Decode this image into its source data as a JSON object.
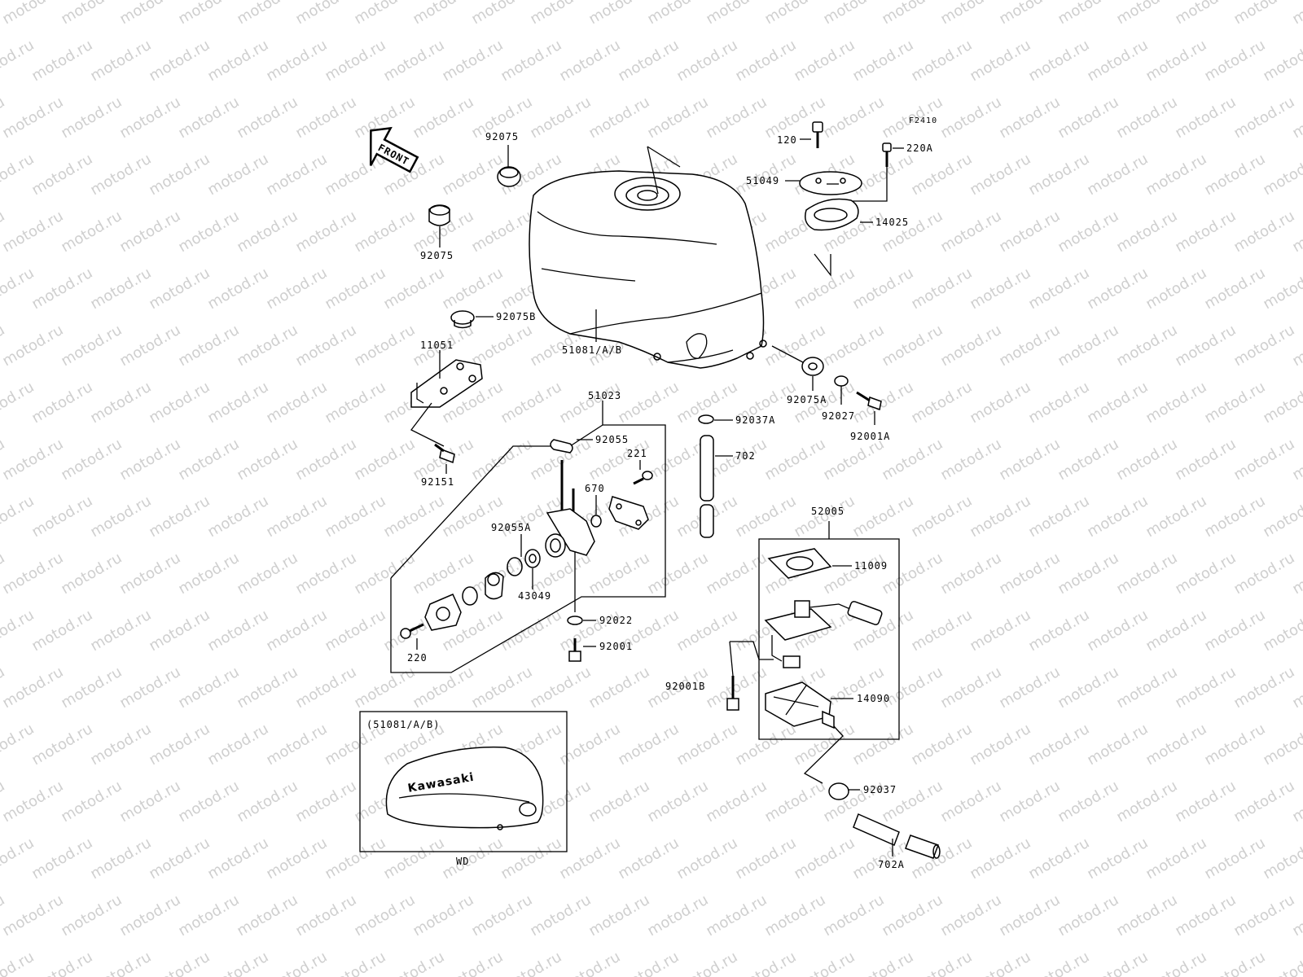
{
  "diagram": {
    "figure_code": "F2410",
    "front_arrow": "FRONT",
    "watermark": "motod.ru",
    "labels": {
      "p92075_top": "92075",
      "p92075_bottom": "92075",
      "p92075B": "92075B",
      "p11051": "11051",
      "p92151": "92151",
      "p51081": "51081/A/B",
      "p120": "120",
      "p220A": "220A",
      "p51049": "51049",
      "p14025": "14025",
      "p92075A": "92075A",
      "p92027": "92027",
      "p92001A": "92001A",
      "p92037A": "92037A",
      "p702": "702",
      "p51023": "51023",
      "p92055": "92055",
      "p221": "221",
      "p670": "670",
      "p92055A": "92055A",
      "p43049": "43049",
      "p92022": "92022",
      "p92001": "92001",
      "p220": "220",
      "p52005": "52005",
      "p11009": "11009",
      "p92001B": "92001B",
      "p14090": "14090",
      "p92037": "92037",
      "p702A": "702A"
    },
    "inset": {
      "title": "(51081/A/B)",
      "brand": "Kawasaki",
      "caption": "WD"
    }
  }
}
